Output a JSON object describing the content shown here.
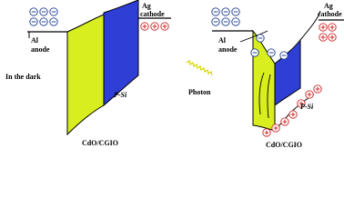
{
  "left_panel": {
    "anode_metal": "Al",
    "anode_label": "anode",
    "cathode_metal": "Ag",
    "cathode_label": "cathode",
    "condition": "In the dark",
    "semiconductor": "P-Si",
    "film": "CdO/CGIO"
  },
  "right_panel": {
    "anode_metal": "Al",
    "anode_label": "anode",
    "cathode_metal": "Ag",
    "cathode_label": "cathode",
    "light": "Photon",
    "semiconductor": "P-Si",
    "film": "CdO/CGIO"
  },
  "charges": {
    "electron": "−",
    "hole": "+"
  },
  "colors": {
    "film": "#d9ee1e",
    "p_si": "#2f3fd6",
    "electron_stroke": "#1f3f8f",
    "hole_stroke": "#cc2a2a",
    "photon": "#d8d800"
  }
}
